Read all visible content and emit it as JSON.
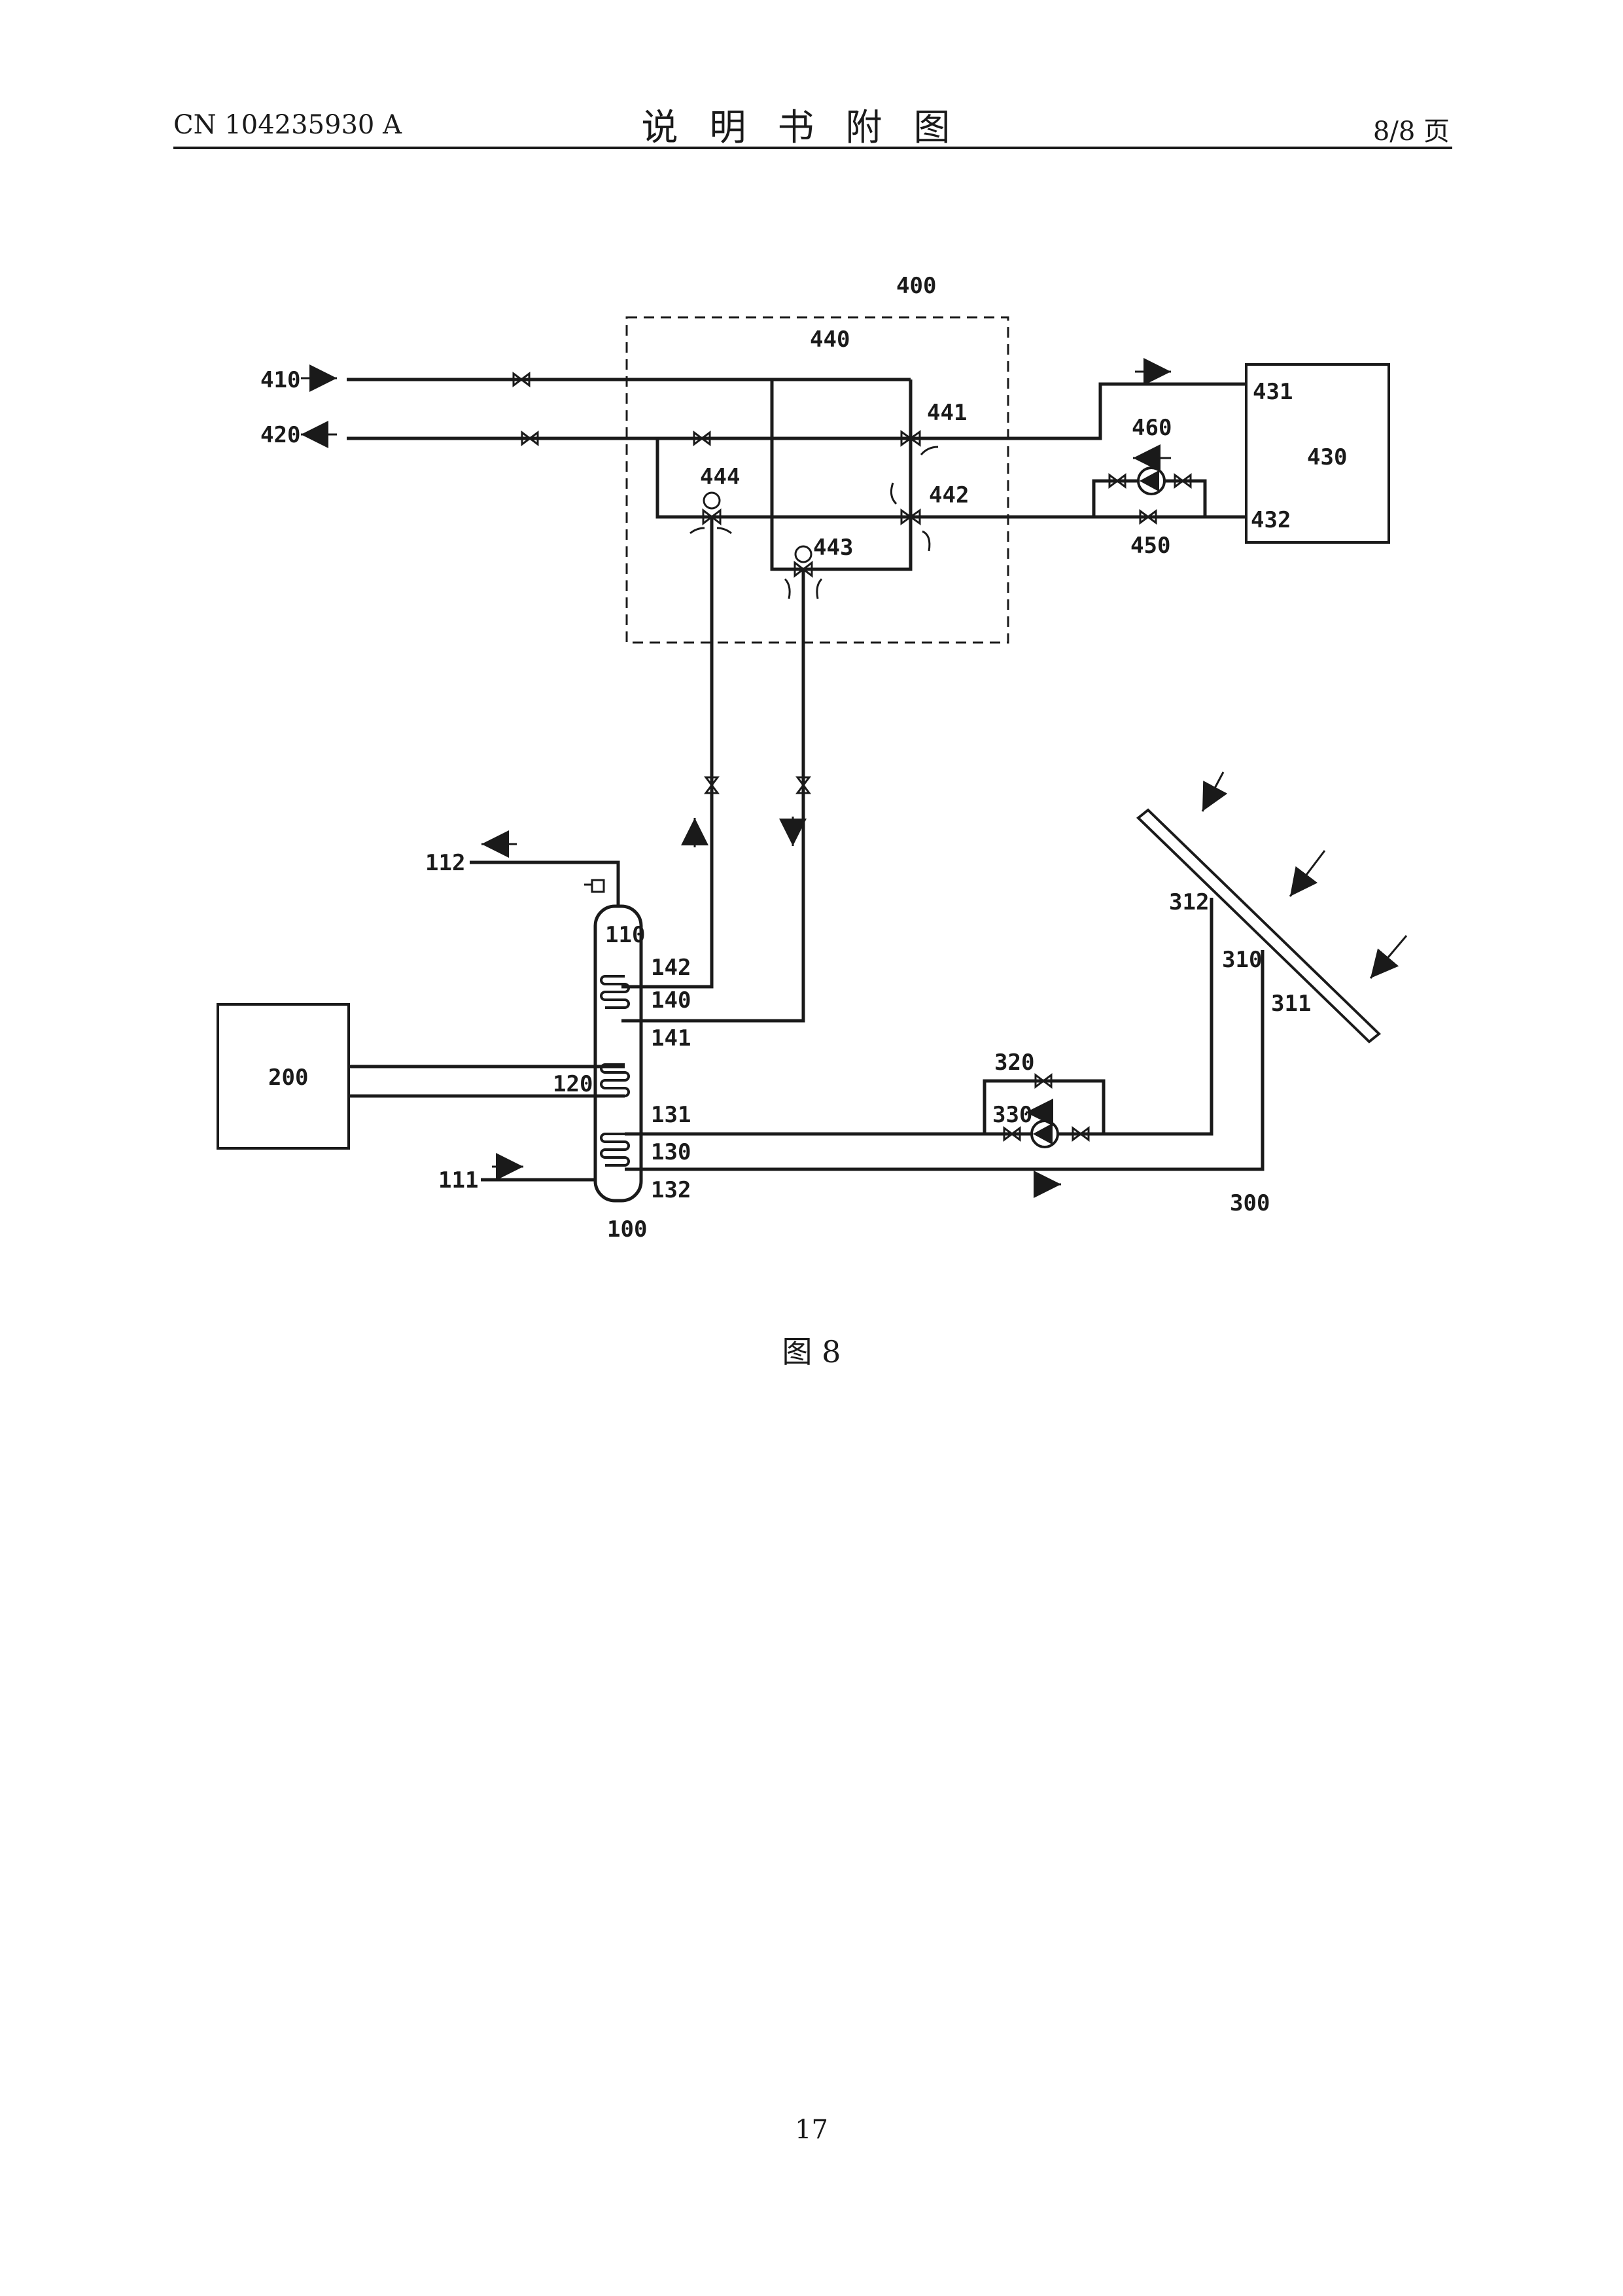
{
  "header": {
    "doc_number": "CN 104235930 A",
    "section_title": "说明书附图",
    "page_count": "8/8 页"
  },
  "figure": {
    "caption": "图 8",
    "labels": {
      "l400": "400",
      "l440": "440",
      "l410": "410",
      "l420": "420",
      "l441": "441",
      "l442": "442",
      "l443": "443",
      "l444": "444",
      "l431": "431",
      "l430": "430",
      "l432": "432",
      "l460": "460",
      "l450": "450",
      "l112": "112",
      "l110": "110",
      "l142": "142",
      "l140": "140",
      "l141": "141",
      "l200": "200",
      "l120": "120",
      "l131": "131",
      "l130": "130",
      "l132": "132",
      "l111": "111",
      "l100": "100",
      "l320": "320",
      "l330": "330",
      "l312": "312",
      "l310": "310",
      "l311": "311",
      "l300": "300"
    }
  },
  "footer": {
    "page_number": "17"
  }
}
